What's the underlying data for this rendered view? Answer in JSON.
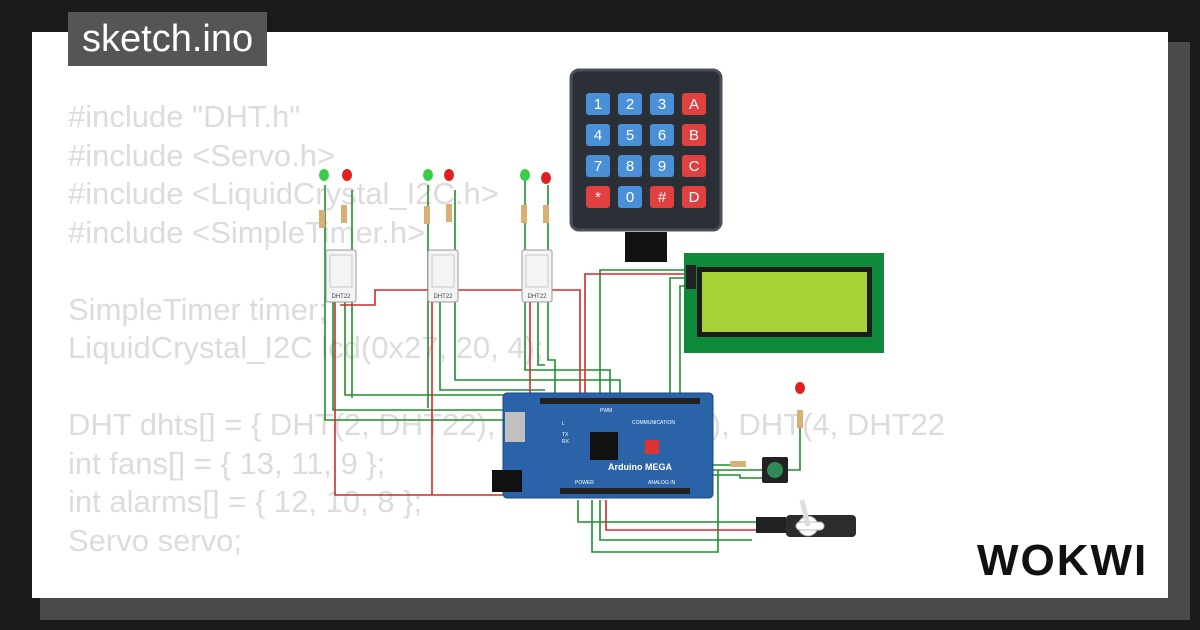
{
  "file_tab": {
    "label": "sketch.ino"
  },
  "code": {
    "lines": [
      "#include \"DHT.h\"",
      "#include <Servo.h>",
      "#include <LiquidCrystal_I2C.h>",
      "#include <SimpleTimer.h>",
      "",
      "SimpleTimer timer;",
      "LiquidCrystal_I2C lcd(0x27, 20, 4);",
      "",
      "DHT dhts[] = { DHT(2, DHT22), DHT(3, DHT22), DHT(4, DHT22",
      "int fans[] = { 13, 11, 9 };",
      "int alarms[] = { 12, 10, 8 };",
      "Servo servo;"
    ]
  },
  "keypad": {
    "keys": [
      "1",
      "2",
      "3",
      "A",
      "4",
      "5",
      "6",
      "B",
      "7",
      "8",
      "9",
      "C",
      "*",
      "0",
      "#",
      "D"
    ]
  },
  "sensors": {
    "label": "DHT22"
  },
  "arduino": {
    "name": "Arduino MEGA",
    "communication": "COMMUNICATION",
    "analog_in": "ANALOG IN",
    "pwm": "PWM",
    "power": "POWER",
    "led_l": "L",
    "led_tx": "TX",
    "led_rx": "RX"
  },
  "lcd": {
    "backlight": "#a5d337"
  },
  "logo": {
    "text": "WOKWI"
  },
  "colors": {
    "wire_green": "#1f8f2f",
    "wire_red": "#d22a2a",
    "board": "#2a63a7",
    "keypad_blue": "#4a90d9",
    "keypad_red": "#e04040"
  }
}
